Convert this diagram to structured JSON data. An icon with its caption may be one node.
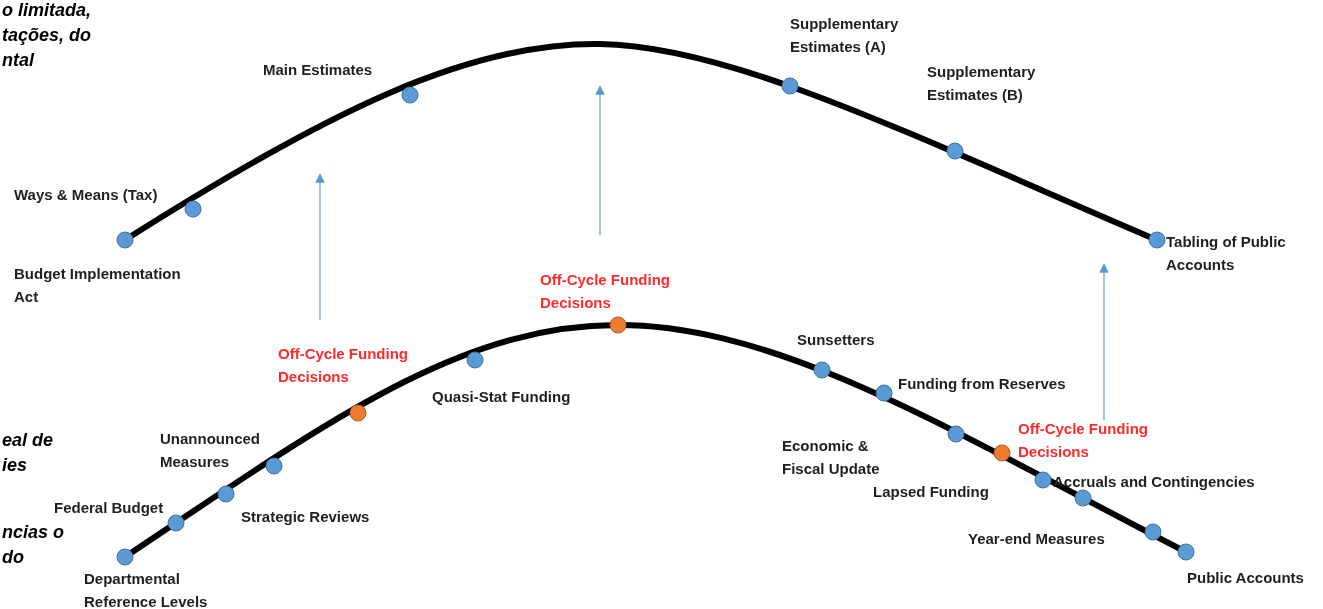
{
  "diagram": {
    "labels": [
      "o limitada, tações, do ntal",
      "Main Estimates",
      "Supplementary Estimates (A)",
      "Supplementary Estimates (B)",
      "Ways & Means (Tax)",
      "Tabling of Public Accounts",
      "Budget Implementation Act",
      "Off-Cycle Funding Decisions",
      "Off-Cycle Funding Decisions",
      "Sunsetters",
      "Quasi-Stat Funding",
      "Funding from Reserves",
      "eal de ies",
      "Unannounced Measures",
      "Economic & Fiscal Update",
      "Off-Cycle Funding Decisions",
      "Federal Budget",
      "Lapsed Funding",
      "Accruals and Contingencies",
      "Strategic Reviews",
      "ncias o do",
      "Year-end Measures",
      "Public Accounts",
      "Departmental Reference Levels"
    ]
  }
}
